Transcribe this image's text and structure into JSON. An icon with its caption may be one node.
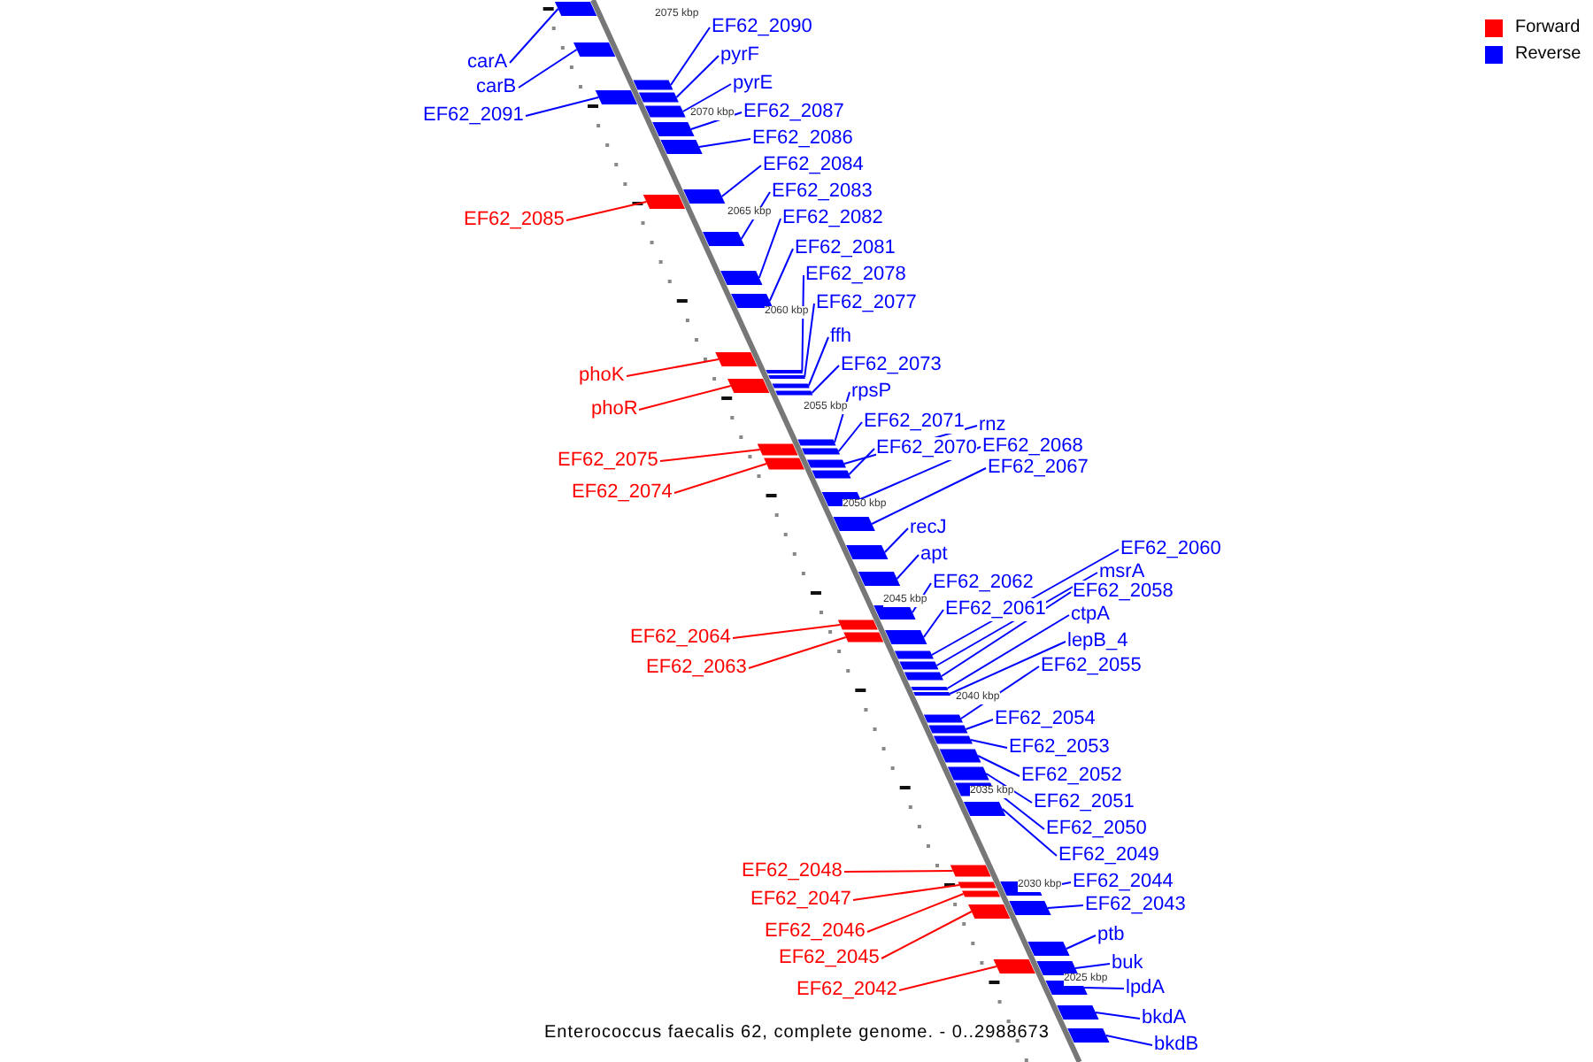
{
  "diagram": {
    "caption": "Enterococcus faecalis 62, complete genome. - 0..2988673",
    "nodes": [
      {
        "text": [
          "EF62_2090"
        ]
      },
      {
        "text": [
          "pyrF"
        ]
      },
      {
        "text": [
          "carA"
        ]
      },
      {
        "text": [
          "pyrE"
        ]
      },
      {
        "text": [
          "carB"
        ]
      },
      {
        "text": [
          "EF62_2087"
        ]
      },
      {
        "text": [
          "EF62_2091"
        ]
      },
      {
        "text": [
          "EF62_2086"
        ]
      },
      {
        "text": [
          "EF62_2084"
        ]
      },
      {
        "text": [
          "EF62_2083"
        ]
      },
      {
        "text": [
          "EF62_2082"
        ]
      },
      {
        "text": [
          "EF62_2085"
        ]
      },
      {
        "text": [
          "EF62_2081"
        ]
      },
      {
        "text": [
          "EF62_2078"
        ]
      },
      {
        "text": [
          "EF62_2077"
        ]
      },
      {
        "text": [
          "ffh"
        ]
      },
      {
        "text": [
          "EF62_2073"
        ]
      },
      {
        "text": [
          "phoK"
        ]
      },
      {
        "text": [
          "rpsP"
        ]
      },
      {
        "text": [
          "phoR"
        ]
      },
      {
        "text": [
          "EF62_2071"
        ]
      },
      {
        "text": [
          "rnz"
        ]
      },
      {
        "text": [
          "EF62_2070"
        ]
      },
      {
        "text": [
          "EF62_2068"
        ]
      },
      {
        "text": [
          "EF62_2075"
        ]
      },
      {
        "text": [
          "EF62_2067"
        ]
      },
      {
        "text": [
          "EF62_2074"
        ]
      },
      {
        "text": [
          "recJ"
        ]
      },
      {
        "text": [
          "EF62_2060"
        ]
      },
      {
        "text": [
          "apt"
        ]
      },
      {
        "text": [
          "msrA"
        ]
      },
      {
        "text": [
          "EF62_2062"
        ]
      },
      {
        "text": [
          "EF62_2058"
        ]
      },
      {
        "text": [
          "EF62_2061"
        ]
      },
      {
        "text": [
          "ctpA"
        ]
      },
      {
        "text": [
          "EF62_2064"
        ]
      },
      {
        "text": [
          "lepB_4"
        ]
      },
      {
        "text": [
          "EF62_2055"
        ]
      },
      {
        "text": [
          "EF62_2063"
        ]
      },
      {
        "text": [
          "EF62_2054"
        ]
      },
      {
        "text": [
          "EF62_2053"
        ]
      },
      {
        "text": [
          "EF62_2052"
        ]
      },
      {
        "text": [
          "EF62_2051"
        ]
      },
      {
        "text": [
          "EF62_2050"
        ]
      },
      {
        "text": [
          "EF62_2049"
        ]
      },
      {
        "text": [
          "EF62_2048"
        ]
      },
      {
        "text": [
          "EF62_2044"
        ]
      },
      {
        "text": [
          "EF62_2047"
        ]
      },
      {
        "text": [
          "EF62_2043"
        ]
      },
      {
        "text": [
          "EF62_2046"
        ]
      },
      {
        "text": [
          "ptb"
        ]
      },
      {
        "text": [
          "EF62_2045"
        ]
      },
      {
        "text": [
          "buk"
        ]
      },
      {
        "text": [
          "lpdA"
        ]
      },
      {
        "text": [
          "EF62_2042"
        ]
      },
      {
        "text": [
          "bkdA"
        ]
      },
      {
        "text": [
          "bkdB"
        ]
      },
      {
        "text": [],
        "shape": "bar"
      },
      {
        "text": [],
        "shape": "bar"
      },
      {
        "text": [],
        "shape": "bar"
      },
      {
        "text": [],
        "shape": "bar"
      },
      {
        "text": [],
        "shape": "bar"
      },
      {
        "text": [],
        "shape": "bar"
      },
      {
        "text": [],
        "shape": "bar"
      },
      {
        "text": [],
        "shape": "bar"
      },
      {
        "text": [],
        "shape": "bar"
      },
      {
        "text": [],
        "shape": "bar"
      },
      {
        "text": [],
        "shape": "bar"
      },
      {
        "text": [],
        "shape": "bar"
      },
      {
        "text": [],
        "shape": "bar"
      },
      {
        "text": [],
        "shape": "bar"
      },
      {
        "text": [],
        "shape": "bar"
      },
      {
        "text": [],
        "shape": "bar"
      },
      {
        "text": [],
        "shape": "bar"
      },
      {
        "text": [],
        "shape": "bar"
      },
      {
        "text": [],
        "shape": "bar"
      },
      {
        "text": [],
        "shape": "bar"
      },
      {
        "text": [],
        "shape": "bar"
      },
      {
        "text": [],
        "shape": "bar"
      },
      {
        "text": [],
        "shape": "bar"
      },
      {
        "text": [],
        "shape": "bar"
      },
      {
        "text": [],
        "shape": "bar"
      },
      {
        "text": [],
        "shape": "bar"
      },
      {
        "text": [],
        "shape": "bar"
      },
      {
        "text": [],
        "shape": "bar"
      },
      {
        "text": [],
        "shape": "bar"
      },
      {
        "text": [],
        "shape": "bar"
      },
      {
        "text": [],
        "shape": "bar"
      },
      {
        "text": [],
        "shape": "bar"
      },
      {
        "text": [],
        "shape": "bar"
      },
      {
        "text": [],
        "shape": "bar"
      },
      {
        "text": [],
        "shape": "bar"
      },
      {
        "text": [],
        "shape": "bar"
      },
      {
        "text": [],
        "shape": "bar"
      },
      {
        "text": [],
        "shape": "bar"
      },
      {
        "text": [],
        "shape": "bar"
      },
      {
        "text": [],
        "shape": "bar"
      },
      {
        "text": [],
        "shape": "bar"
      },
      {
        "text": [],
        "shape": "bar"
      },
      {
        "text": [],
        "shape": "bar"
      },
      {
        "text": [],
        "shape": "bar"
      },
      {
        "text": [],
        "shape": "bar"
      },
      {
        "text": [],
        "shape": "bar"
      },
      {
        "text": [],
        "shape": "bar"
      },
      {
        "text": [],
        "shape": "bar"
      },
      {
        "text": [],
        "shape": "bar"
      },
      {
        "text": [],
        "shape": "bar"
      },
      {
        "text": [],
        "shape": "bar"
      },
      {
        "text": [],
        "shape": "bar"
      },
      {
        "text": [],
        "shape": "bar"
      },
      {
        "text": [],
        "shape": "bar"
      },
      {
        "text": [],
        "shape": "bar"
      },
      {
        "text": [],
        "shape": "bar"
      },
      {
        "text": [],
        "shape": "bar"
      }
    ],
    "edges": [
      {
        "from": 0,
        "to": 57,
        "arrow": "none"
      },
      {
        "from": 1,
        "to": 58,
        "arrow": "none"
      },
      {
        "from": 2,
        "to": 59,
        "arrow": "none"
      },
      {
        "from": 3,
        "to": 60,
        "arrow": "none"
      },
      {
        "from": 4,
        "to": 61,
        "arrow": "none"
      },
      {
        "from": 5,
        "to": 62,
        "arrow": "none"
      },
      {
        "from": 6,
        "to": 63,
        "arrow": "none"
      },
      {
        "from": 7,
        "to": 64,
        "arrow": "none"
      },
      {
        "from": 8,
        "to": 65,
        "arrow": "none"
      },
      {
        "from": 9,
        "to": 66,
        "arrow": "none"
      },
      {
        "from": 10,
        "to": 67,
        "arrow": "none"
      },
      {
        "from": 11,
        "to": 68,
        "arrow": "none",
        "color": "#ff0000"
      },
      {
        "from": 12,
        "to": 69,
        "arrow": "none"
      },
      {
        "from": 13,
        "to": 70,
        "arrow": "none"
      },
      {
        "from": 14,
        "to": 71,
        "arrow": "none"
      },
      {
        "from": 15,
        "to": 72,
        "arrow": "none"
      },
      {
        "from": 16,
        "to": 73,
        "arrow": "none"
      },
      {
        "from": 17,
        "to": 74,
        "arrow": "none",
        "color": "#ff0000"
      },
      {
        "from": 18,
        "to": 75,
        "arrow": "none"
      },
      {
        "from": 19,
        "to": 76,
        "arrow": "none",
        "color": "#ff0000"
      },
      {
        "from": 20,
        "to": 77,
        "arrow": "none"
      },
      {
        "from": 21,
        "to": 78,
        "arrow": "none"
      },
      {
        "from": 22,
        "to": 79,
        "arrow": "none"
      },
      {
        "from": 23,
        "to": 80,
        "arrow": "none"
      },
      {
        "from": 24,
        "to": 81,
        "arrow": "none",
        "color": "#ff0000"
      },
      {
        "from": 25,
        "to": 82,
        "arrow": "none"
      },
      {
        "from": 26,
        "to": 83,
        "arrow": "none",
        "color": "#ff0000"
      },
      {
        "from": 27,
        "to": 84,
        "arrow": "none"
      },
      {
        "from": 28,
        "to": 85,
        "arrow": "none"
      },
      {
        "from": 29,
        "to": 86,
        "arrow": "none"
      },
      {
        "from": 30,
        "to": 87,
        "arrow": "none"
      },
      {
        "from": 31,
        "to": 88,
        "arrow": "none"
      },
      {
        "from": 32,
        "to": 89,
        "arrow": "none"
      },
      {
        "from": 33,
        "to": 90,
        "arrow": "none"
      },
      {
        "from": 34,
        "to": 91,
        "arrow": "none"
      },
      {
        "from": 35,
        "to": 92,
        "arrow": "none",
        "color": "#ff0000"
      },
      {
        "from": 36,
        "to": 93,
        "arrow": "none"
      },
      {
        "from": 37,
        "to": 94,
        "arrow": "none"
      },
      {
        "from": 38,
        "to": 95,
        "arrow": "none",
        "color": "#ff0000"
      },
      {
        "from": 39,
        "to": 96,
        "arrow": "none"
      },
      {
        "from": 40,
        "to": 97,
        "arrow": "none"
      },
      {
        "from": 41,
        "to": 98,
        "arrow": "none"
      },
      {
        "from": 42,
        "to": 99,
        "arrow": "none"
      },
      {
        "from": 43,
        "to": 100,
        "arrow": "none"
      },
      {
        "from": 44,
        "to": 101,
        "arrow": "none"
      },
      {
        "from": 45,
        "to": 102,
        "arrow": "none",
        "color": "#ff0000"
      },
      {
        "from": 46,
        "to": 103,
        "arrow": "none"
      },
      {
        "from": 47,
        "to": 104,
        "arrow": "none",
        "color": "#ff0000"
      },
      {
        "from": 48,
        "to": 105,
        "arrow": "none"
      },
      {
        "from": 49,
        "to": 106,
        "arrow": "none",
        "color": "#ff0000"
      },
      {
        "from": 50,
        "to": 107,
        "arrow": "none"
      },
      {
        "from": 51,
        "to": 108,
        "arrow": "none",
        "color": "#ff0000"
      },
      {
        "from": 52,
        "to": 109,
        "arrow": "none"
      },
      {
        "from": 53,
        "to": 110,
        "arrow": "none"
      },
      {
        "from": 54,
        "to": 111,
        "arrow": "none",
        "color": "#ff0000"
      },
      {
        "from": 55,
        "to": 112,
        "arrow": "none"
      },
      {
        "from": 56,
        "to": 113,
        "arrow": "none"
      }
    ],
    "labels": [
      "2075 kbp",
      "2070 kbp",
      "2065 kbp",
      "2060 kbp",
      "2055 kbp",
      "2050 kbp",
      "2045 kbp",
      "2040 kbp",
      "2035 kbp",
      "2030 kbp",
      "2025 kbp"
    ],
    "legend": [
      {
        "text": "Forward",
        "color": "#ff0000"
      },
      {
        "text": "Reverse",
        "color": "#0000ff"
      }
    ]
  }
}
